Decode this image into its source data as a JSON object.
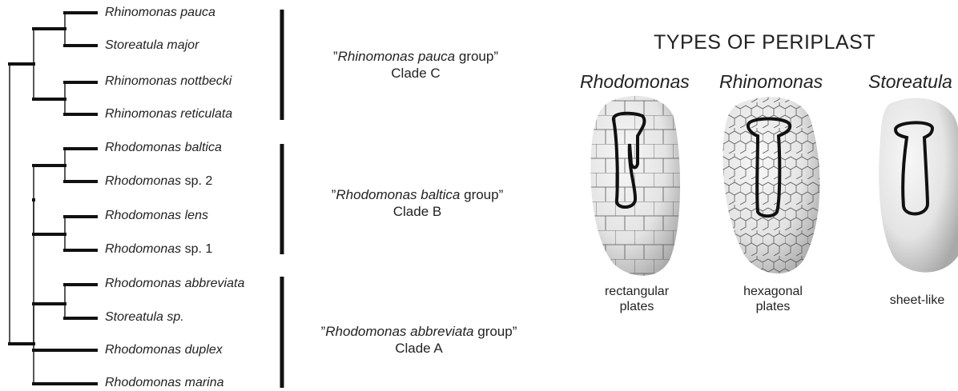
{
  "taxa": [
    {
      "text": "Rhinomonas pauca",
      "sp": ""
    },
    {
      "text": "Storeatula major",
      "sp": ""
    },
    {
      "text": "Rhinomonas nottbecki",
      "sp": ""
    },
    {
      "text": "Rhinomonas reticulata",
      "sp": ""
    },
    {
      "text": "Rhodomonas baltica",
      "sp": ""
    },
    {
      "text": "Rhodomonas",
      "sp": "sp. 2"
    },
    {
      "text": "Rhodomonas lens",
      "sp": ""
    },
    {
      "text": "Rhodomonas",
      "sp": "sp. 1"
    },
    {
      "text": "Rhodomonas abbreviata",
      "sp": ""
    },
    {
      "text": "Storeatula sp.",
      "sp": ""
    },
    {
      "text": "Rhodomonas duplex",
      "sp": ""
    },
    {
      "text": "Rhodomonas marina",
      "sp": ""
    }
  ],
  "clades": [
    {
      "prefix": "”",
      "italic": "Rhinomonas pauca",
      "suffix": " group”",
      "name": "Clade C"
    },
    {
      "prefix": "”",
      "italic": "Rhodomonas baltica",
      "suffix": " group”",
      "name": "Clade B"
    },
    {
      "prefix": "”",
      "italic": "Rhodomonas abbreviata",
      "suffix": " group”",
      "name": "Clade A"
    }
  ],
  "periplast": {
    "title": "TYPES OF PERIPLAST",
    "types": [
      {
        "genus": "Rhodomonas",
        "line1": "rectangular",
        "line2": "plates"
      },
      {
        "genus": "Rhinomonas",
        "line1": "hexagonal",
        "line2": "plates"
      },
      {
        "genus": "Storeatula",
        "line1": "sheet-like",
        "line2": ""
      }
    ]
  },
  "colors": {
    "line": "#111111",
    "cell": "#e8e8e8",
    "cell_shadow": "#a9a9a9",
    "plate_line": "#555555"
  }
}
